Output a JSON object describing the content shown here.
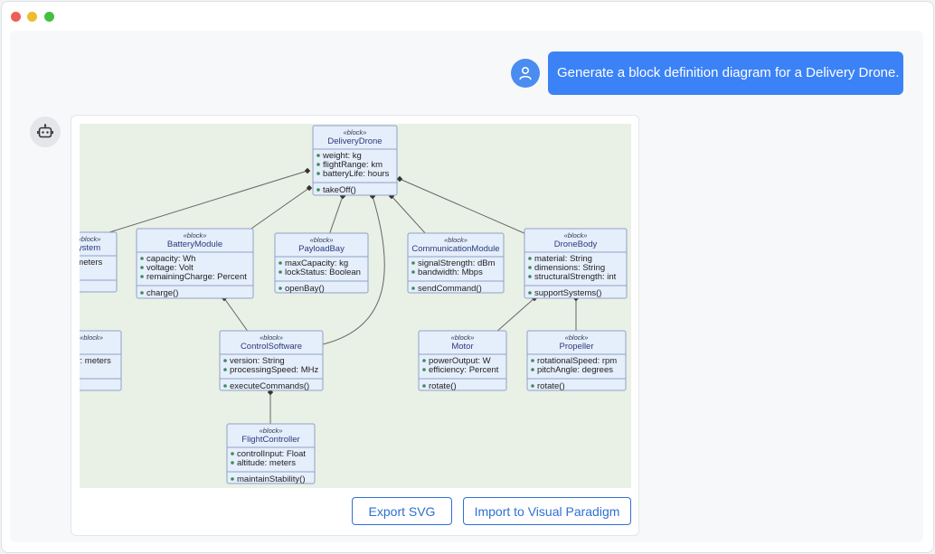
{
  "chat": {
    "user_message": "Generate a block definition diagram for a Delivery Drone."
  },
  "actions": {
    "export_label": "Export SVG",
    "import_label": "Import to Visual Paradigm"
  },
  "diagram": {
    "stereotype": "«block»",
    "blocks": [
      {
        "name": "DeliveryDrone",
        "attributes": [
          "weight: kg",
          "flightRange: km",
          "batteryLife: hours"
        ],
        "operations": [
          "takeOff()"
        ]
      },
      {
        "name": "ystem",
        "attributes": [
          ": meters",
          "rs"
        ],
        "operations": [
          ")"
        ]
      },
      {
        "name": "BatteryModule",
        "attributes": [
          "capacity: Wh",
          "voltage: Volt",
          "remainingCharge: Percent"
        ],
        "operations": [
          "charge()"
        ]
      },
      {
        "name": "PayloadBay",
        "attributes": [
          "maxCapacity: kg",
          "lockStatus: Boolean"
        ],
        "operations": [
          "openBay()"
        ]
      },
      {
        "name": "CommunicationModule",
        "attributes": [
          "signalStrength: dBm",
          "bandwidth: Mbps"
        ],
        "operations": [
          "sendCommand()"
        ]
      },
      {
        "name": "DroneBody",
        "attributes": [
          "material: String",
          "dimensions: String",
          "structuralStrength: int"
        ],
        "operations": [
          "supportSystems()"
        ]
      },
      {
        "name": "",
        "attributes": [
          "cy: meters",
          "s"
        ],
        "operations": [
          ""
        ]
      },
      {
        "name": "ControlSoftware",
        "attributes": [
          "version: String",
          "processingSpeed: MHz"
        ],
        "operations": [
          "executeCommands()"
        ]
      },
      {
        "name": "Motor",
        "attributes": [
          "powerOutput: W",
          "efficiency: Percent"
        ],
        "operations": [
          "rotate()"
        ]
      },
      {
        "name": "Propeller",
        "attributes": [
          "rotationalSpeed: rpm",
          "pitchAngle: degrees"
        ],
        "operations": [
          "rotate()"
        ]
      },
      {
        "name": "FlightController",
        "attributes": [
          "controlInput: Float",
          "altitude: meters"
        ],
        "operations": [
          "maintainStability()"
        ]
      }
    ]
  }
}
